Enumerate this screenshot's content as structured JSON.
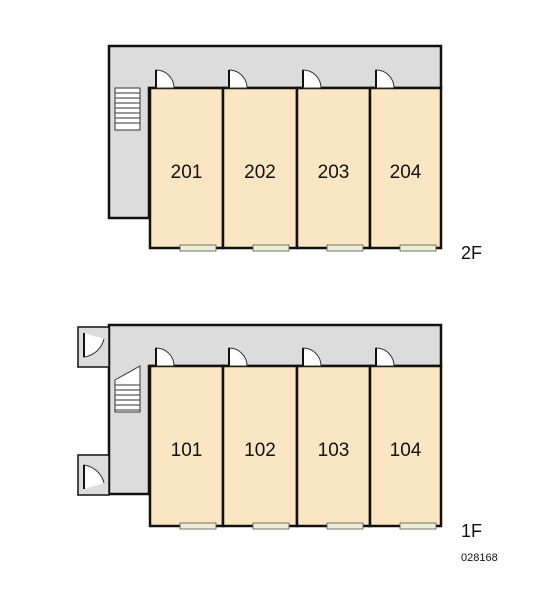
{
  "floors": [
    {
      "label": "2F",
      "units": [
        "201",
        "202",
        "203",
        "204"
      ],
      "has_external_doors": false
    },
    {
      "label": "1F",
      "units": [
        "101",
        "102",
        "103",
        "104"
      ],
      "has_external_doors": true
    }
  ],
  "plan_code": "028168",
  "colors": {
    "unit_fill": "#fbe6c3",
    "corridor_fill": "#dcdcdc",
    "wall": "#111111",
    "window_fill": "#e9f0d4"
  }
}
